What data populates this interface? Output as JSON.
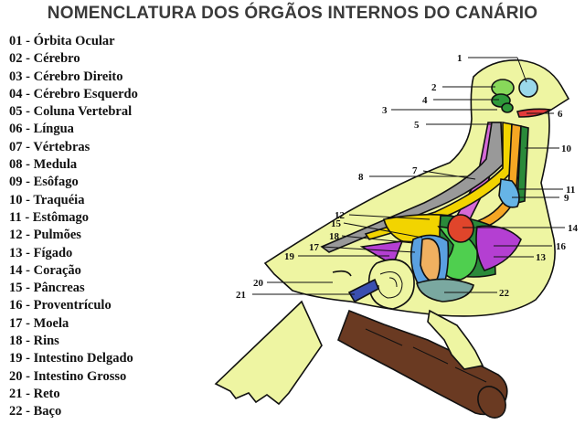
{
  "title": "NOMENCLATURA DOS ÓRGÃOS INTERNOS DO CANÁRIO",
  "legend": [
    {
      "code": "01",
      "name": "Órbita Ocular"
    },
    {
      "code": "02",
      "name": "Cérebro"
    },
    {
      "code": "03",
      "name": "Cérebro Direito"
    },
    {
      "code": "04",
      "name": "Cérebro Esquerdo"
    },
    {
      "code": "05",
      "name": "Coluna Vertebral"
    },
    {
      "code": "06",
      "name": "Língua"
    },
    {
      "code": "07",
      "name": "Vértebras"
    },
    {
      "code": "08",
      "name": "Medula"
    },
    {
      "code": "09",
      "name": "Esôfago"
    },
    {
      "code": "10",
      "name": "Traquéia"
    },
    {
      "code": "11",
      "name": "Estômago"
    },
    {
      "code": "12",
      "name": "Pulmões"
    },
    {
      "code": "13",
      "name": "Fígado"
    },
    {
      "code": "14",
      "name": "Coração"
    },
    {
      "code": "15",
      "name": "Pâncreas"
    },
    {
      "code": "16",
      "name": "Proventrículo"
    },
    {
      "code": "17",
      "name": "Moela"
    },
    {
      "code": "18",
      "name": "Rins"
    },
    {
      "code": "19",
      "name": "Intestino Delgado"
    },
    {
      "code": "20",
      "name": "Intestino Grosso"
    },
    {
      "code": "21",
      "name": "Reto"
    },
    {
      "code": "22",
      "name": "Baço"
    }
  ],
  "callouts": [
    "1",
    "2",
    "3",
    "4",
    "5",
    "6",
    "7",
    "8",
    "9",
    "10",
    "11",
    "12",
    "13",
    "14",
    "15",
    "16",
    "17",
    "18",
    "19",
    "20",
    "21",
    "22"
  ],
  "colors": {
    "body": "#eef5a2",
    "branch": "#6a3a22",
    "brain_right": "#88d85a",
    "brain_left": "#2f9a3a",
    "eye": "#9ad8ea",
    "tongue": "#e23a3a",
    "spine": "#d66ad6",
    "vertebrae": "#999999",
    "marrow": "#f2d400",
    "esophagus": "#f5a623",
    "trachea": "#2a8a3a",
    "stomach": "#66b4e6",
    "liver": "#b43fd2",
    "heart": "#e0452b",
    "pancreas": "#f0b060",
    "gizzard": "#5aa0e0",
    "intestine": "#4fcf4f",
    "spleen": "#7aa8a0",
    "rectum": "#3a4fb0"
  }
}
